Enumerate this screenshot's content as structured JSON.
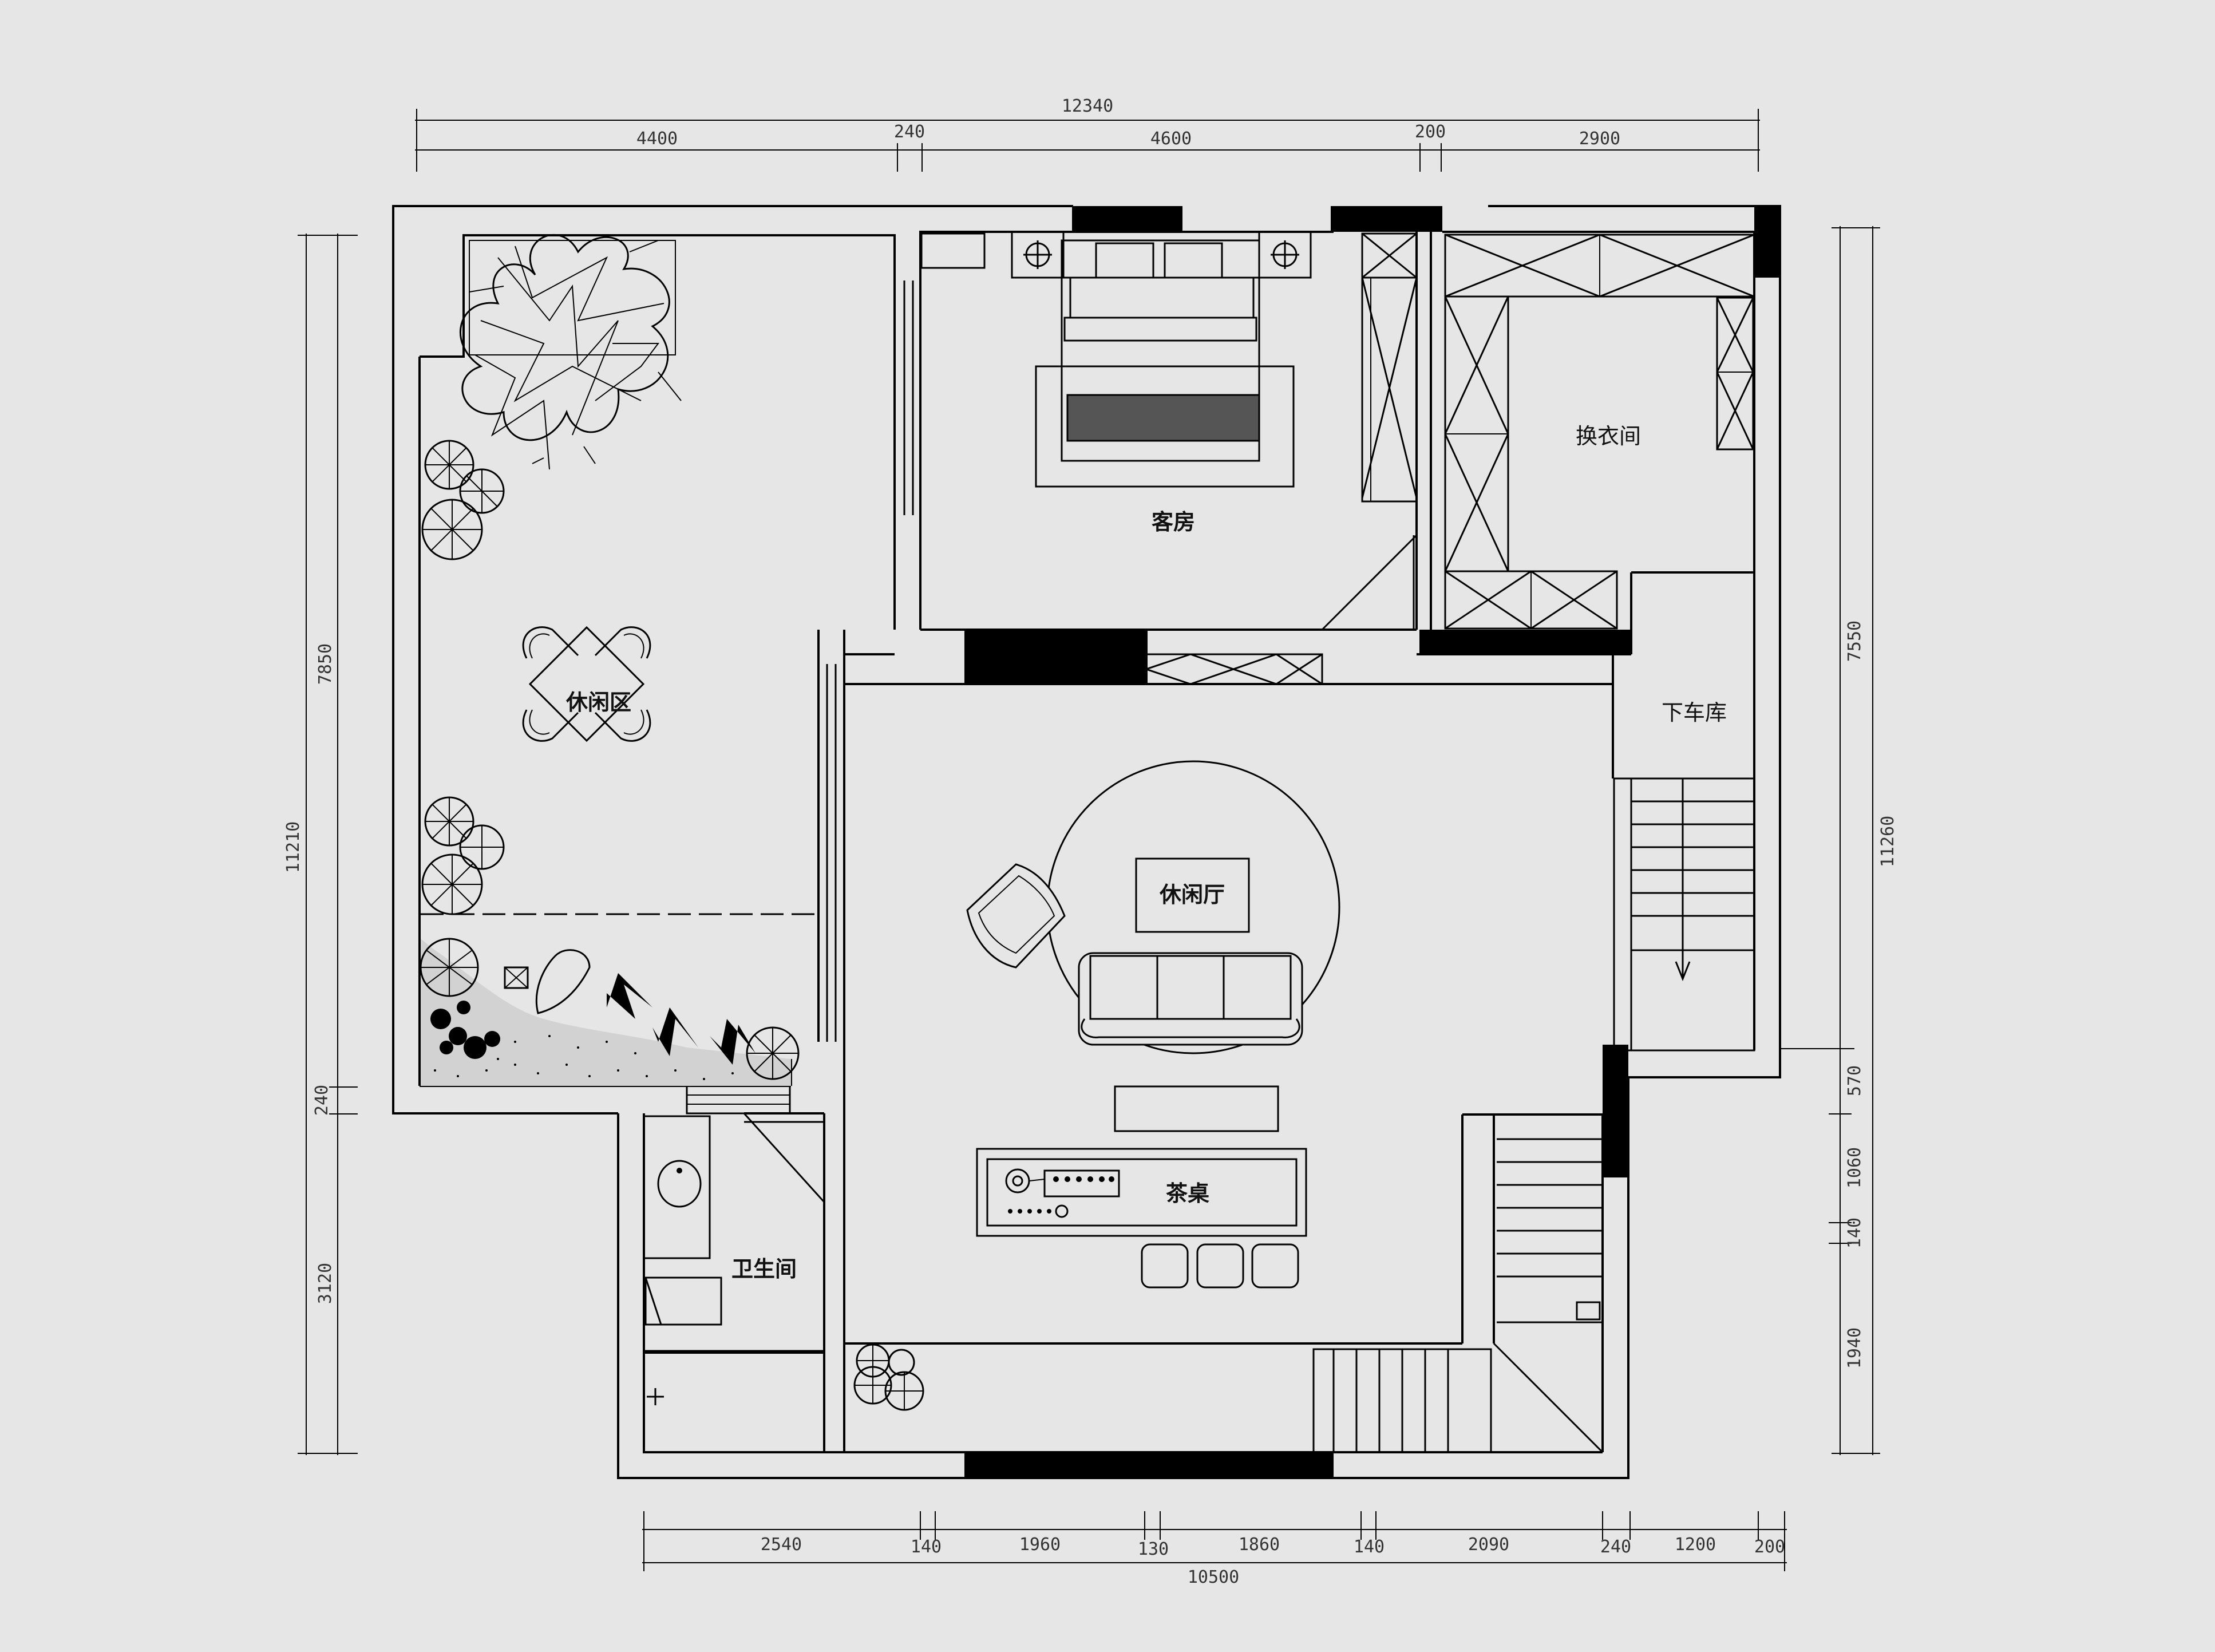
{
  "rooms": {
    "guest_room": "客房",
    "dressing_room": "换衣间",
    "leisure_area": "休闲区",
    "leisure_hall": "休闲厅",
    "garage_down": "下车库",
    "tea_table": "茶桌",
    "bathroom": "卫生间"
  },
  "dimensions": {
    "top_total": "12340",
    "top_segments": [
      "4400",
      "240",
      "4600",
      "200",
      "2900"
    ],
    "bottom_segments": [
      "2540",
      "140",
      "1960",
      "130",
      "1860",
      "140",
      "2090",
      "240",
      "1200",
      "200"
    ],
    "bottom_total": "10500",
    "left_outer": "11210",
    "left_inner": [
      "7850",
      "240",
      "3120"
    ],
    "right_outer": "11260",
    "right_inner": [
      "7550",
      "570",
      "1060",
      "140",
      "1940"
    ]
  },
  "colors": {
    "background": "#e6e6e6",
    "line": "#000000"
  }
}
